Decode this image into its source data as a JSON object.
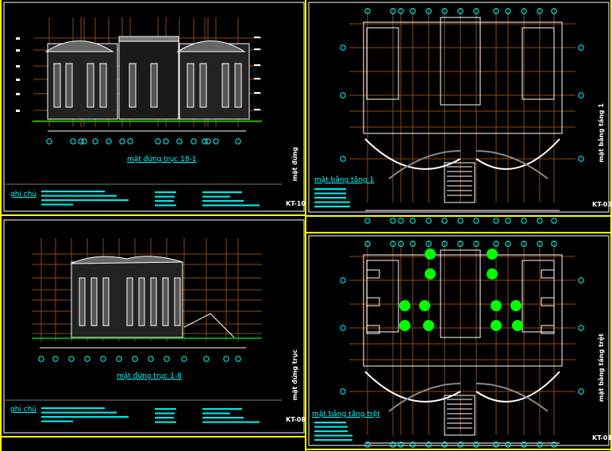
{
  "sheets": [
    {
      "id": "tl",
      "title": "mặt đứng trục 18-1",
      "notes_label": "ghi chú",
      "code": "KT-10",
      "side_title": "mặt đứng"
    },
    {
      "id": "tr",
      "title": "mặt bằng tầng 1",
      "code": "KT-03",
      "side_title": "mặt bằng tầng 1"
    },
    {
      "id": "bl",
      "title": "mặt đứng trục 1-8",
      "notes_label": "ghi chú",
      "code": "KT-08",
      "side_title": "mặt đứng trục"
    },
    {
      "id": "br",
      "title": "mặt bằng tầng trệt",
      "code": "KT-01",
      "side_title": "mặt bằng tầng trệt"
    }
  ],
  "colors": {
    "frame": "#ffff00",
    "border": "#ffffff",
    "text": "#00ffff",
    "grid": "#8b4a0f",
    "ground": "#00cc00",
    "tree": "#00ff00"
  }
}
